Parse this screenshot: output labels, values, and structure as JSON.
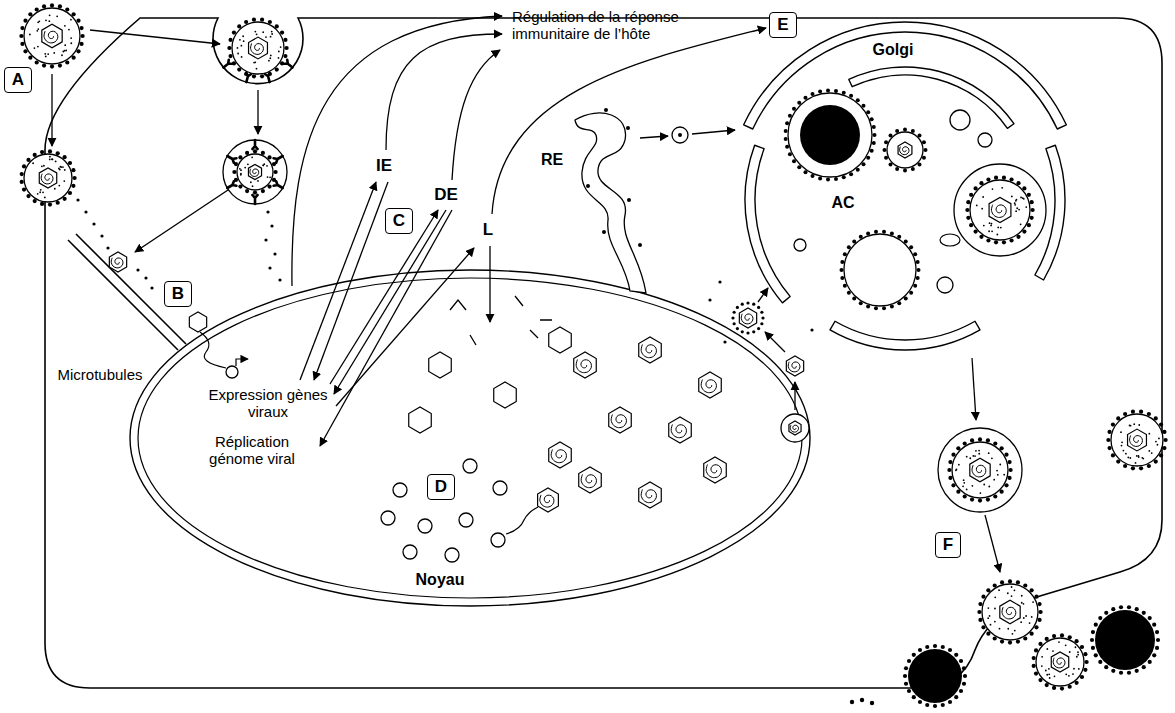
{
  "diagram": {
    "nodes": [
      {
        "text": [
          "A"
        ]
      },
      {
        "text": [
          "B"
        ]
      },
      {
        "text": [
          "C"
        ]
      },
      {
        "text": [
          "D"
        ]
      },
      {
        "text": [
          "E"
        ]
      },
      {
        "text": [
          "F"
        ]
      }
    ],
    "labels": [
      "Régulation de la réponse immunitaire de l’hôte",
      "IE",
      "DE",
      "L",
      "Golgi",
      "RE",
      "AC",
      "Microtubules",
      "Expression gènes viraux",
      "Réplication génome viral",
      "Noyau"
    ]
  }
}
